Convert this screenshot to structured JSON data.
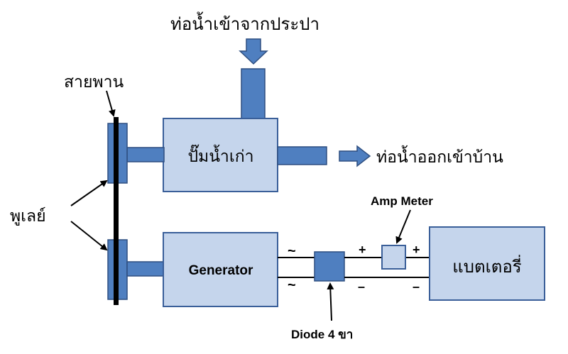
{
  "labels": {
    "water_inlet": "ท่อน้ำเข้าจากประปา",
    "belt": "สายพาน",
    "pump": "ปั๊มน้ำเก่า",
    "water_outlet": "ท่อน้ำออกเข้าบ้าน",
    "pulley": "พูเลย์",
    "generator": "Generator",
    "amp_meter": "Amp Meter",
    "battery": "แบตเตอรี่",
    "diode": "Diode 4 ขา",
    "ac_symbol_top": "~",
    "ac_symbol_bottom": "~",
    "plus_left": "+",
    "plus_right": "+",
    "minus_left": "–",
    "minus_right": "–"
  },
  "colors": {
    "box_fill": "#c5d5ec",
    "box_stroke": "#3a5f99",
    "pipe_fill": "#4f7fc0",
    "line": "#000000"
  }
}
